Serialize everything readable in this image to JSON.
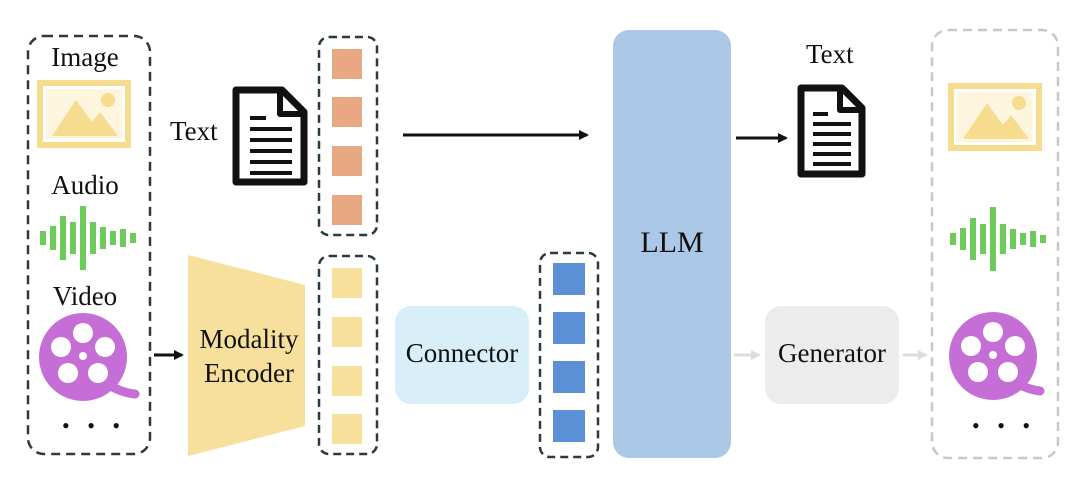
{
  "inputs": {
    "image_label": "Image",
    "audio_label": "Audio",
    "video_label": "Video",
    "more": "• • •"
  },
  "text_input_label": "Text",
  "encoder": {
    "line1": "Modality",
    "line2": "Encoder"
  },
  "connector": "Connector",
  "llm": "LLM",
  "text_output_label": "Text",
  "generator": "Generator",
  "outputs": {
    "more": "• • •"
  },
  "colors": {
    "text_token": "#e8a882",
    "modality_token": "#f7df9c",
    "connector_token": "#5b8fd6",
    "encoder": "#f7df9c",
    "connector_box": "#d8eef8",
    "llm": "#abc9e6",
    "generator_box": "#ececec",
    "image_icon": "#f5dc8e",
    "audio_icon": "#6dcb5a",
    "video_icon": "#c56fd6"
  },
  "icons": [
    "image-icon",
    "audio-waveform-icon",
    "film-reel-icon",
    "document-icon"
  ]
}
